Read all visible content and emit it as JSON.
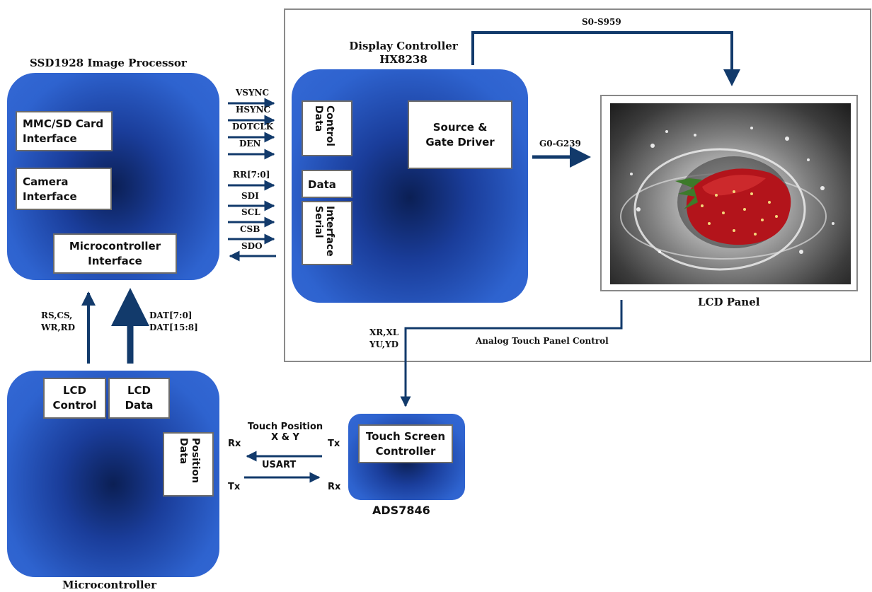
{
  "image_processor": {
    "title": "SSD1928 Image Processor",
    "mmc_line1": "MMC/SD Card",
    "mmc_line2": "Interface",
    "camera_line1": "Camera",
    "camera_line2": "Interface",
    "mcu_if_line1": "Microcontroller",
    "mcu_if_line2": "Interface"
  },
  "display_controller": {
    "title_line1": "Display Controller",
    "title_line2": "HX8238",
    "data_control_line1": "Data",
    "data_control_line2": "Control",
    "data_label": "Data",
    "serial_line1": "Serial",
    "serial_line2": "Interface",
    "source_gate_line1": "Source &",
    "source_gate_line2": "Gate Driver"
  },
  "lcd_panel": {
    "label": "LCD Panel"
  },
  "microcontroller": {
    "title": "Microcontroller",
    "lcd_control_line1": "LCD",
    "lcd_control_line2": "Control",
    "lcd_data_line1": "LCD",
    "lcd_data_line2": "Data",
    "position_line1": "Position",
    "position_line2": "Data"
  },
  "touch_controller": {
    "title": "ADS7846",
    "box_line1": "Touch Screen",
    "box_line2": "Controller"
  },
  "signals": {
    "vsync": "VSYNC",
    "hsync": "HSYNC",
    "dotclk": "DOTCLK",
    "den": "DEN",
    "rr": "RR[7:0]",
    "sdi": "SDI",
    "scl": "SCL",
    "csb": "CSB",
    "sdo": "SDO",
    "source_lines": "S0-S959",
    "gate_lines": "G0-G239",
    "ctrl_line1": "RS,CS,",
    "ctrl_line2": "WR,RD",
    "dat_line1": "DAT[7:0]",
    "dat_line2": "DAT[15:8]",
    "touch_line1": "XR,XL",
    "touch_line2": "YU,YD",
    "analog_touch": "Analog Touch Panel Control",
    "touch_pos_line1": "Touch Position",
    "touch_pos_line2": "X & Y",
    "usart": "USART",
    "rx_left": "Rx",
    "tx_left": "Tx",
    "tx_right": "Tx",
    "rx_right": "Rx"
  },
  "colors": {
    "arrow": "#123a6b",
    "block_blue": "#2e63cf",
    "block_dark": "#0b1f54"
  }
}
